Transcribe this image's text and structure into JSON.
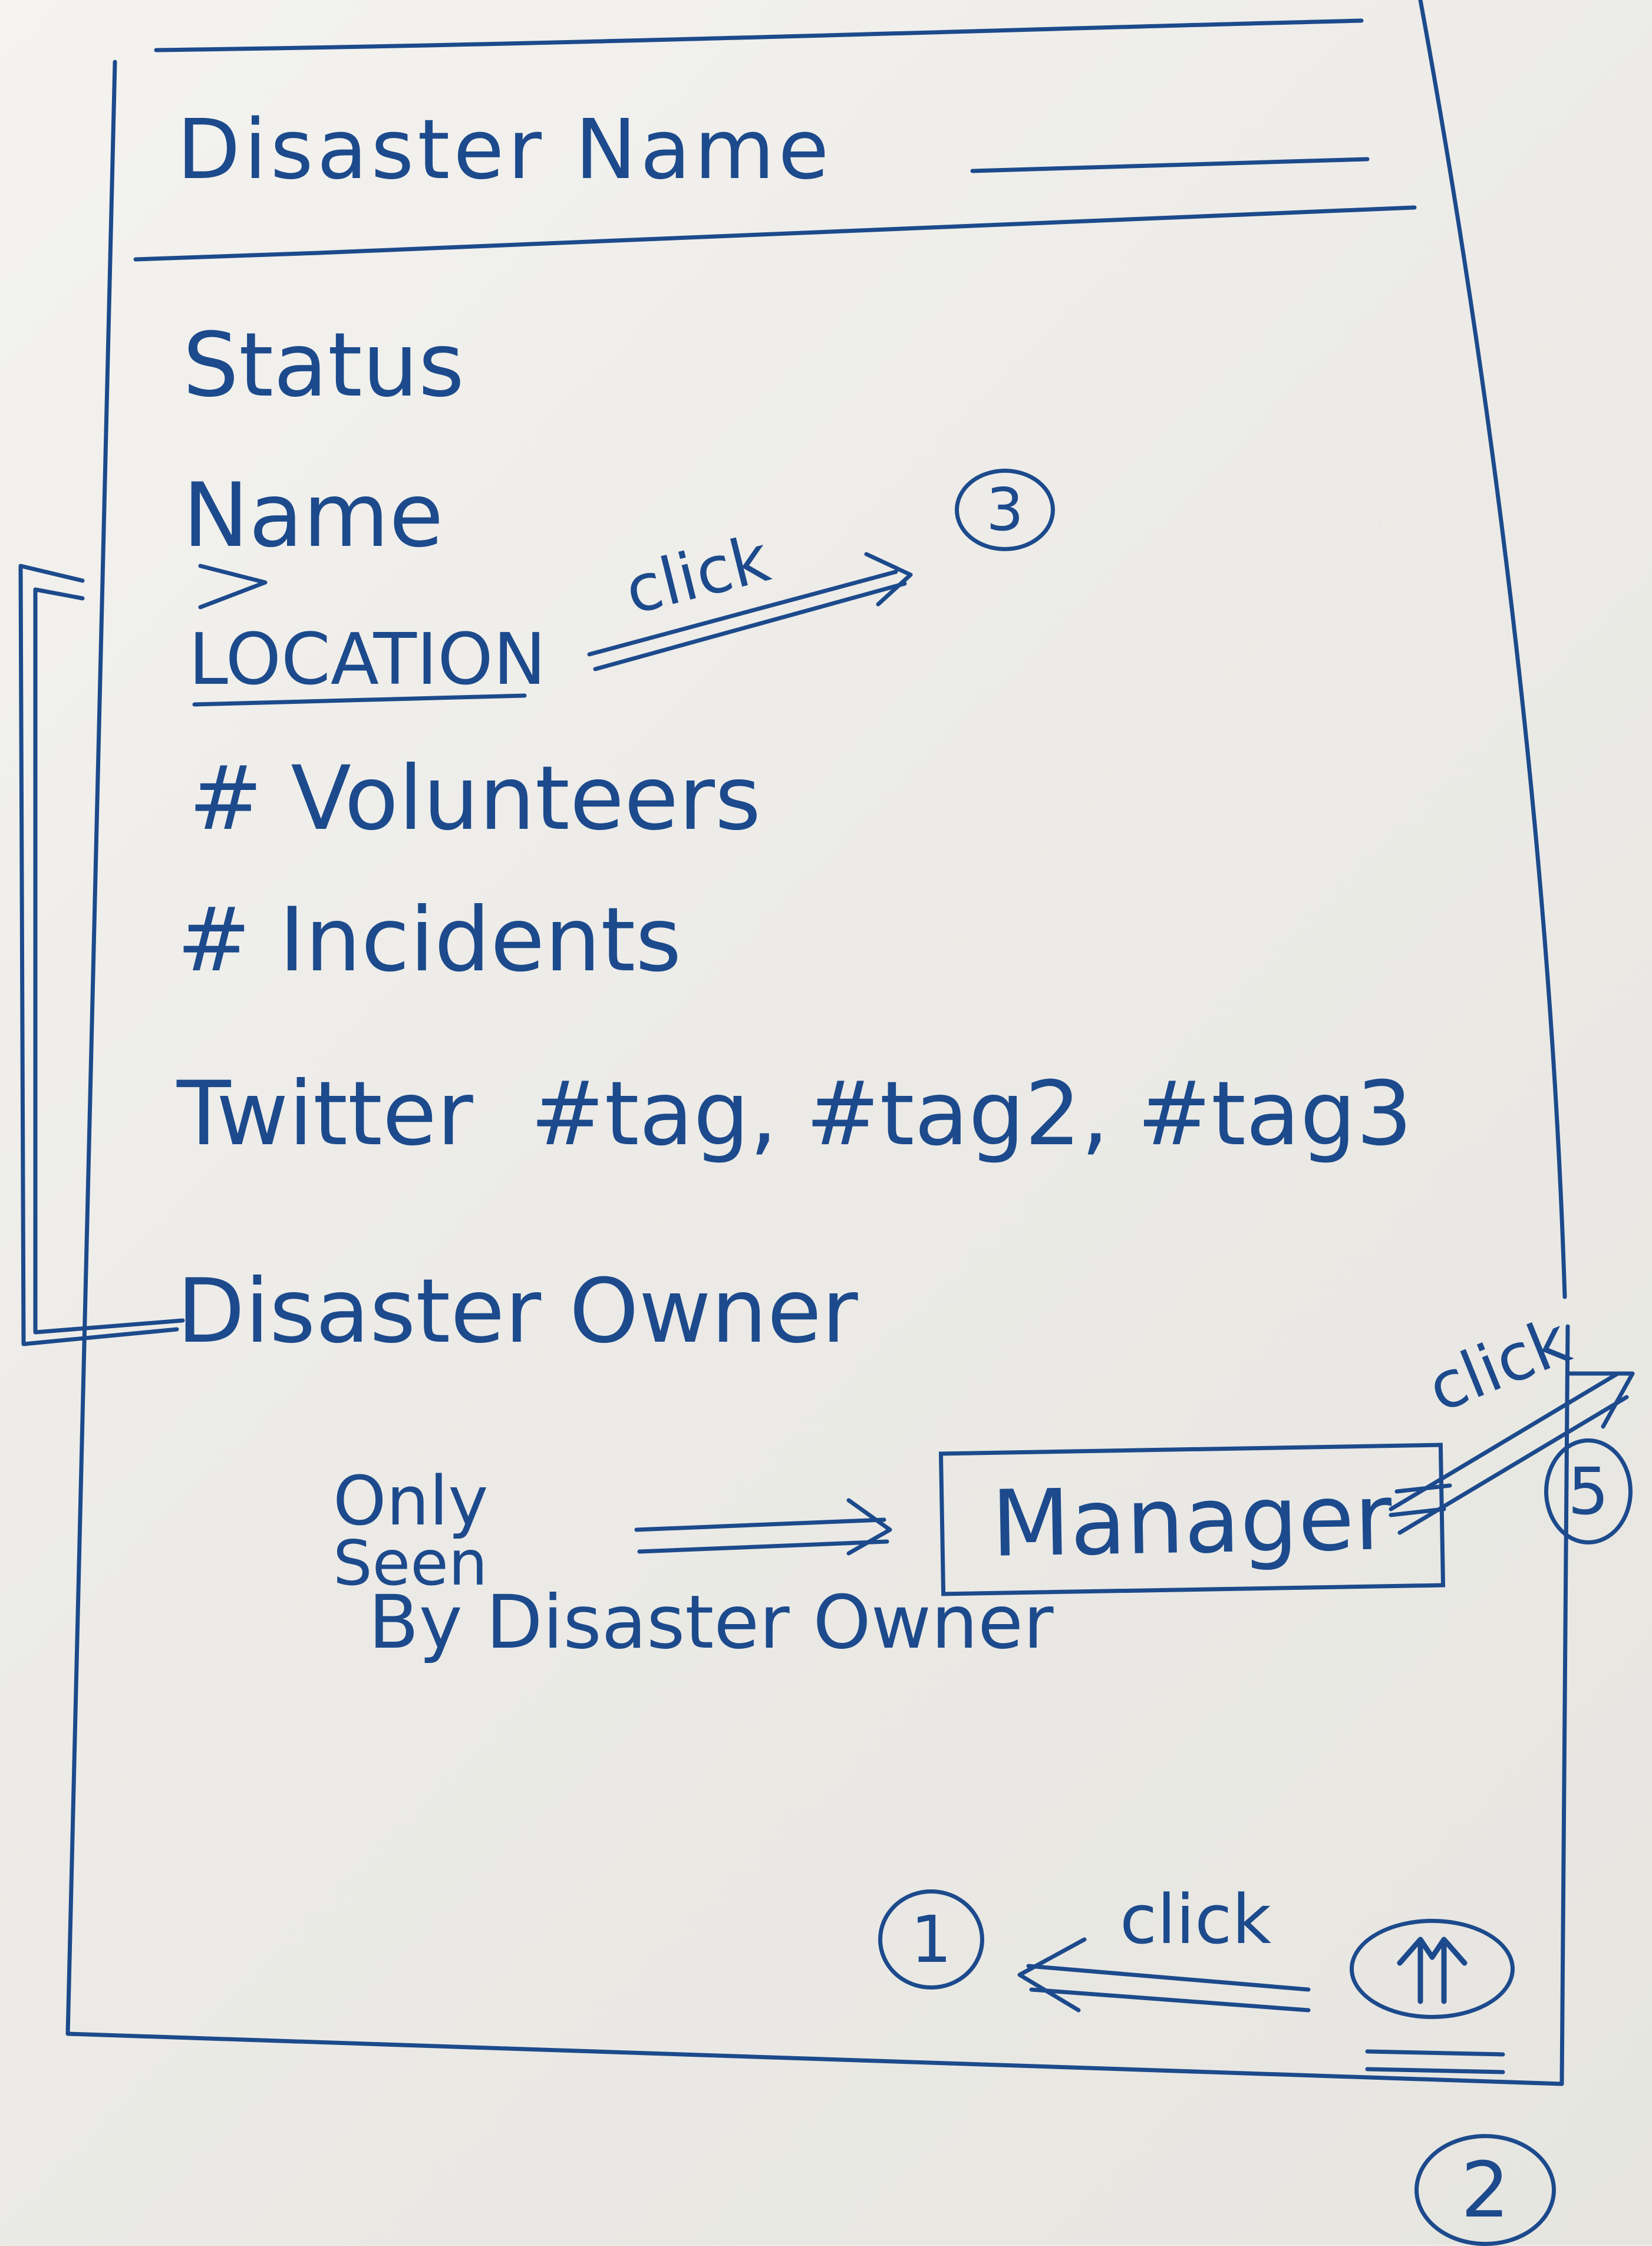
{
  "header": {
    "title": "Disaster Name"
  },
  "details": {
    "status_label": "Status",
    "name_label": "Name",
    "location_label": "LOCATION",
    "volunteers_label": "# Volunteers",
    "incidents_label": "# Incidents",
    "twitter_label": "Twitter",
    "twitter_tags": "#tag, #tag2, #tag3",
    "owner_label": "Disaster Owner"
  },
  "manager": {
    "button_label": "Manager",
    "note_line1": "Only",
    "note_line2": "Seen",
    "note_line3": "By Disaster Owner"
  },
  "annotations": {
    "location_click": "click",
    "manager_click": "click",
    "up_click": "click",
    "marker_3": "3",
    "marker_5": "5",
    "marker_1": "1",
    "marker_2": "2"
  },
  "icons": {
    "up_button_icon": "double-up-arrow-icon"
  },
  "colors": {
    "ink": "#1c4a8c",
    "paper": "#efeeea"
  }
}
